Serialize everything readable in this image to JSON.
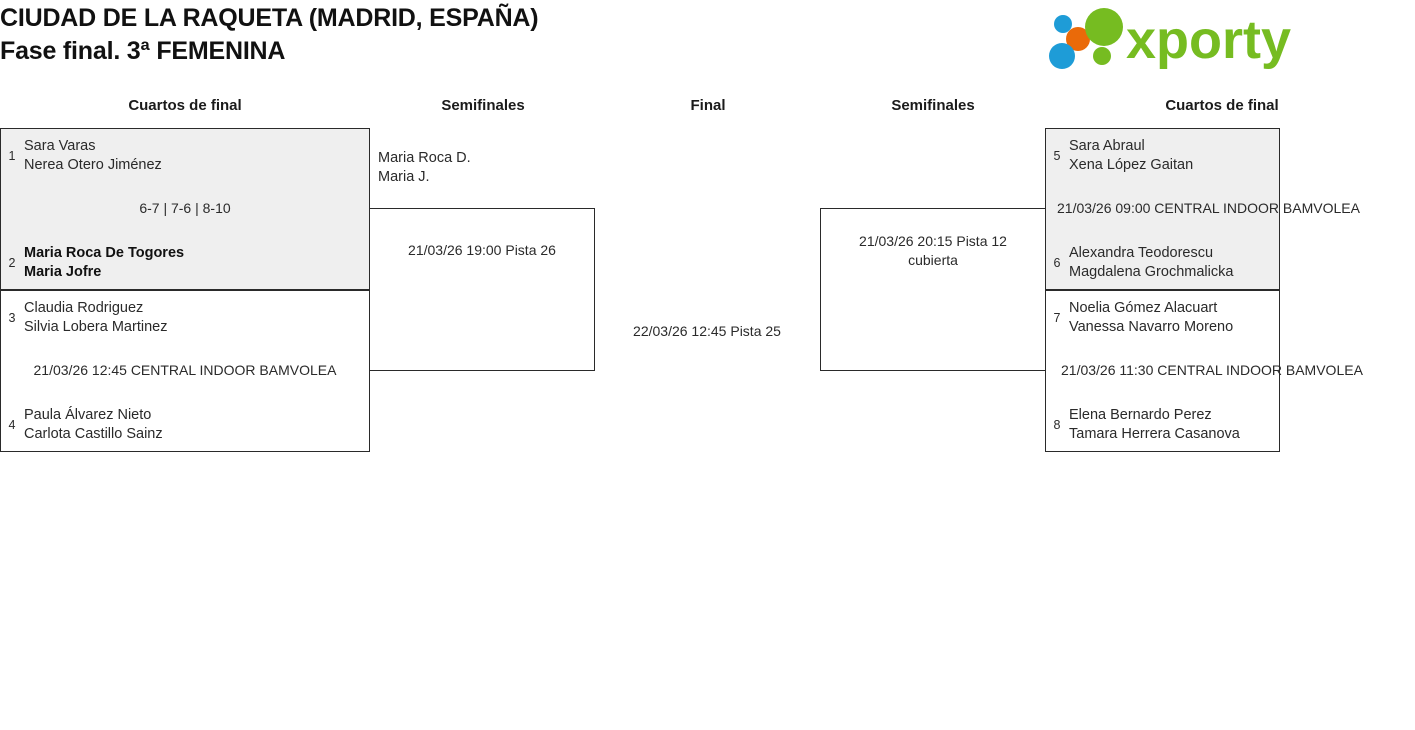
{
  "header": {
    "title_line1": "CIUDAD DE LA RAQUETA (MADRID, ESPAÑA)",
    "title_line2": "Fase final. 3ª FEMENINA",
    "logo_text": "xporty",
    "logo_colors": {
      "green": "#76bc21",
      "blue": "#1e9cd7",
      "orange": "#ea6a09"
    }
  },
  "rounds": [
    {
      "label": "Cuartos de final"
    },
    {
      "label": "Semifinales"
    },
    {
      "label": "Final"
    },
    {
      "label": "Semifinales"
    },
    {
      "label": "Cuartos de final"
    }
  ],
  "bracket": {
    "left_quarterfinals": [
      {
        "played": true,
        "teams": [
          {
            "seed": "1",
            "p1": "Sara Varas",
            "p2": "Nerea Otero Jiménez",
            "winner": false
          },
          {
            "seed": "2",
            "p1": "Maria Roca De Togores",
            "p2": "Maria Jofre",
            "winner": true
          }
        ],
        "meta": "6-7 | 7-6 | 8-10"
      },
      {
        "played": false,
        "teams": [
          {
            "seed": "3",
            "p1": "Claudia Rodriguez",
            "p2": "Silvia Lobera Martinez",
            "winner": false
          },
          {
            "seed": "4",
            "p1": "Paula Álvarez Nieto",
            "p2": "Carlota Castillo Sainz",
            "winner": false
          }
        ],
        "meta": "21/03/26 12:45 CENTRAL INDOOR BAMVOLEA"
      }
    ],
    "left_semifinal": {
      "advanced": {
        "p1": "Maria Roca D.",
        "p2": "Maria J."
      },
      "meta": "21/03/26 19:00 Pista 26"
    },
    "final": {
      "meta": "22/03/26 12:45 Pista 25"
    },
    "right_semifinal": {
      "meta_line1": "21/03/26 20:15 Pista 12",
      "meta_line2": "cubierta"
    },
    "right_quarterfinals": [
      {
        "played": true,
        "teams": [
          {
            "seed": "5",
            "p1": "Sara Abraul",
            "p2": "Xena López Gaitan",
            "winner": false
          },
          {
            "seed": "6",
            "p1": "Alexandra Teodorescu",
            "p2": "Magdalena Grochmalicka",
            "winner": false
          }
        ],
        "meta": "21/03/26 09:00 CENTRAL INDOOR BAMVOLEA"
      },
      {
        "played": false,
        "teams": [
          {
            "seed": "7",
            "p1": "Noelia Gómez Alacuart",
            "p2": "Vanessa Navarro Moreno",
            "winner": false
          },
          {
            "seed": "8",
            "p1": "Elena Bernardo Perez",
            "p2": "Tamara Herrera Casanova",
            "winner": false
          }
        ],
        "meta": "21/03/26 11:30 CENTRAL INDOOR BAMVOLEA"
      }
    ]
  }
}
